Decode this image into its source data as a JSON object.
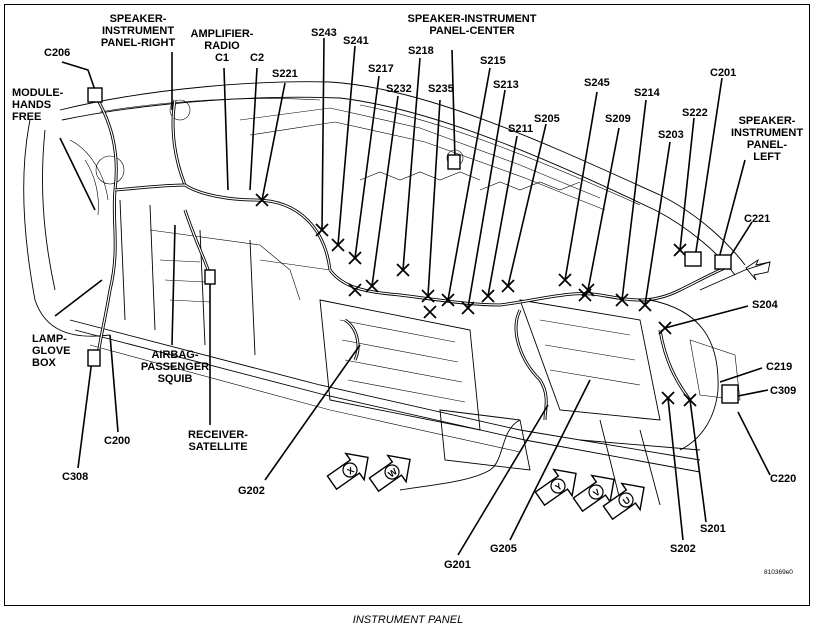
{
  "caption": "INSTRUMENT PANEL",
  "figure_id": "810369e0",
  "labels": {
    "c206": "C206",
    "module_hands_free": [
      "MODULE-",
      "HANDS",
      "FREE"
    ],
    "speaker_ip_right": [
      "SPEAKER-",
      "INSTRUMENT",
      "PANEL-RIGHT"
    ],
    "amplifier_radio": [
      "AMPLIFIER-",
      "RADIO",
      "C1"
    ],
    "c2": "C2",
    "s221": "S221",
    "s243": "S243",
    "s241": "S241",
    "s217": "S217",
    "s232": "S232",
    "s218": "S218",
    "speaker_ip_center": [
      "SPEAKER-INSTRUMENT",
      "PANEL-CENTER"
    ],
    "s235": "S235",
    "s215": "S215",
    "s213": "S213",
    "s211": "S211",
    "s205": "S205",
    "s245": "S245",
    "s209": "S209",
    "s214": "S214",
    "s203": "S203",
    "s222": "S222",
    "c201": "C201",
    "speaker_ip_left": [
      "SPEAKER-",
      "INSTRUMENT",
      "PANEL-",
      "LEFT"
    ],
    "c221": "C221",
    "s204": "S204",
    "c219": "C219",
    "c309": "C309",
    "c220": "C220",
    "s201": "S201",
    "s202": "S202",
    "g205": "G205",
    "g201": "G201",
    "g202": "G202",
    "receiver_satellite": [
      "RECEIVER-",
      "SATELLITE"
    ],
    "airbag_passenger_squib": [
      "AIRBAG-",
      "PASSENGER",
      "SQUIB"
    ],
    "c200": "C200",
    "c308": "C308",
    "lamp_glove_box": [
      "LAMP-",
      "GLOVE",
      "BOX"
    ]
  },
  "view_arrows": [
    "X",
    "W",
    "Y",
    "V",
    "U"
  ]
}
